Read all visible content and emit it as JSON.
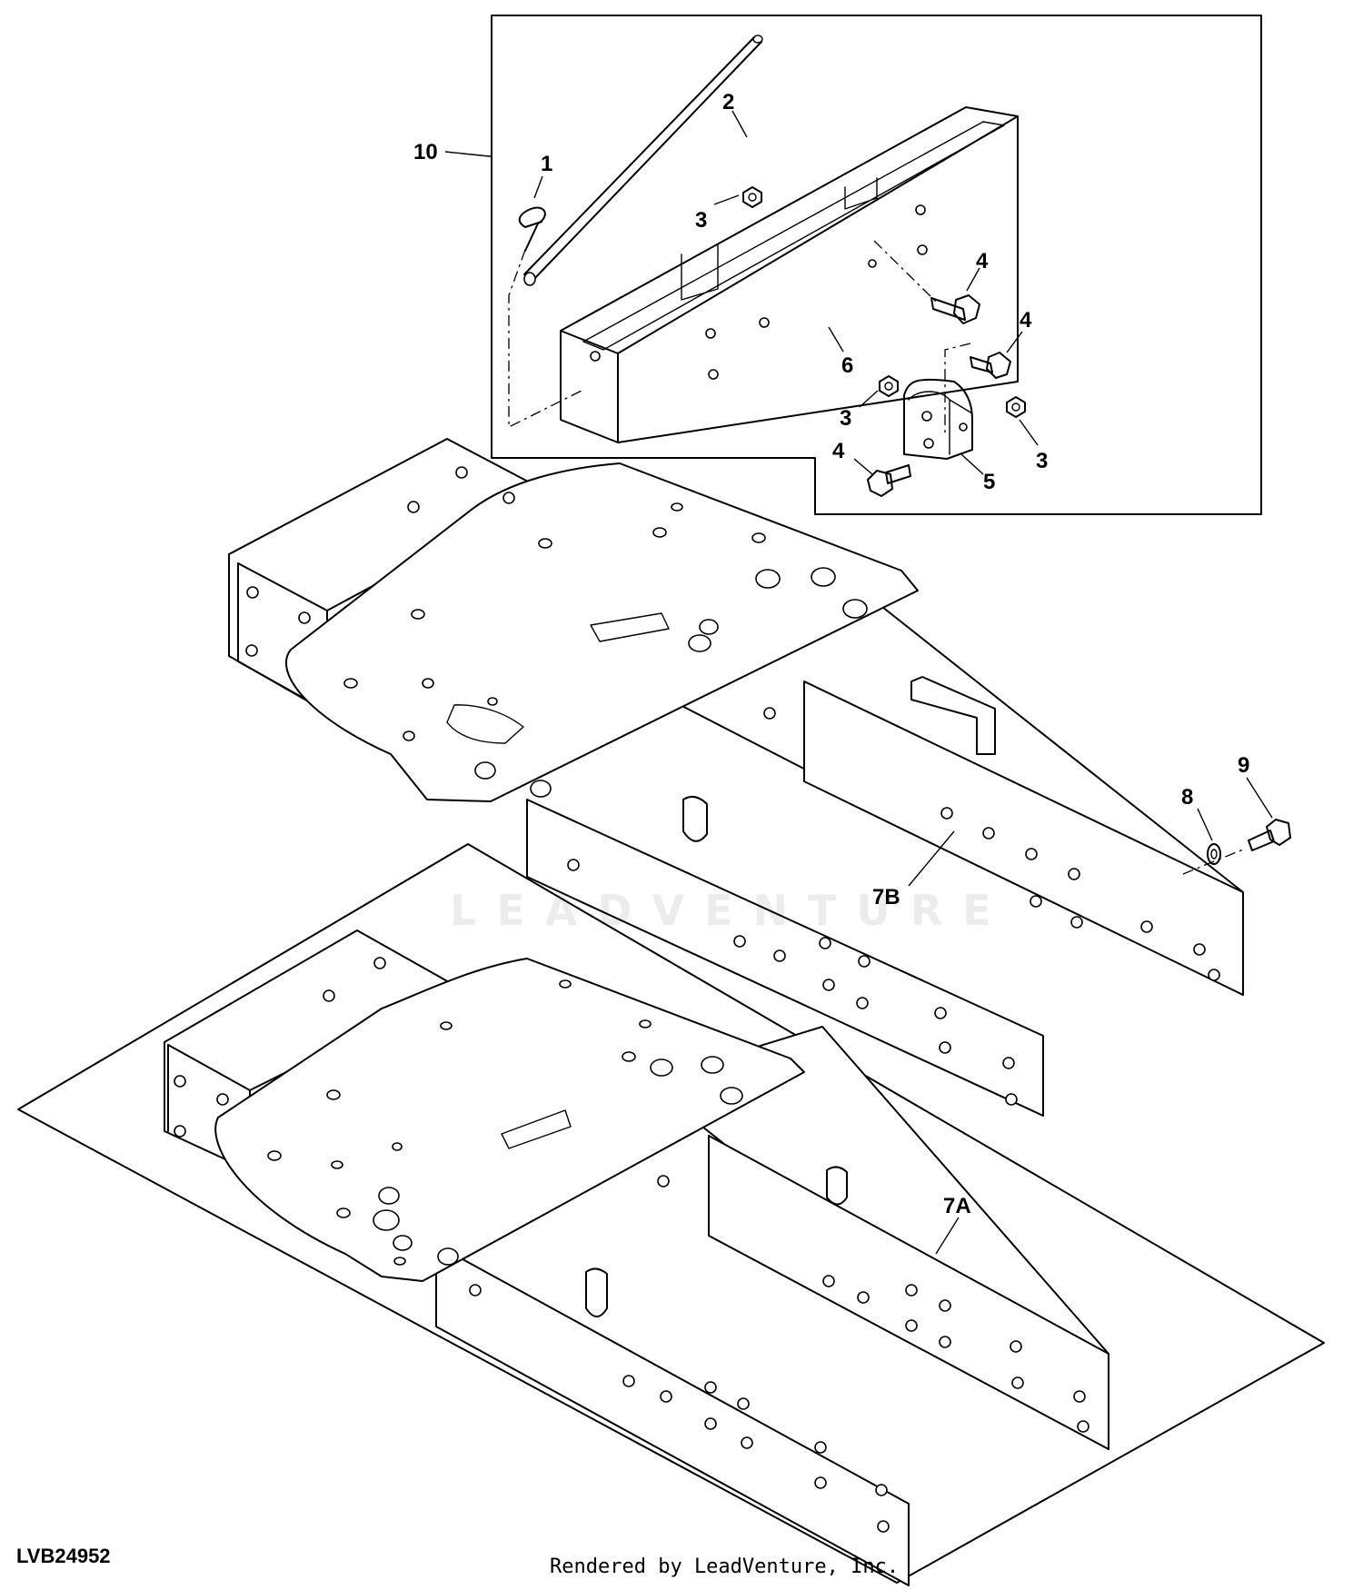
{
  "figure_id": "LVB24952",
  "credit": "Rendered by LeadVenture, Inc.",
  "watermark": "LEADVENTURE",
  "callouts": [
    {
      "id": "c10",
      "text": "10"
    },
    {
      "id": "c2",
      "text": "2"
    },
    {
      "id": "c1",
      "text": "1"
    },
    {
      "id": "c3a",
      "text": "3"
    },
    {
      "id": "c4a",
      "text": "4"
    },
    {
      "id": "c4b",
      "text": "4"
    },
    {
      "id": "c6",
      "text": "6"
    },
    {
      "id": "c3b",
      "text": "3"
    },
    {
      "id": "c3c",
      "text": "3"
    },
    {
      "id": "c4c",
      "text": "4"
    },
    {
      "id": "c5",
      "text": "5"
    },
    {
      "id": "c9",
      "text": "9"
    },
    {
      "id": "c8",
      "text": "8"
    },
    {
      "id": "c7b",
      "text": "7B"
    },
    {
      "id": "c7a",
      "text": "7A"
    }
  ]
}
